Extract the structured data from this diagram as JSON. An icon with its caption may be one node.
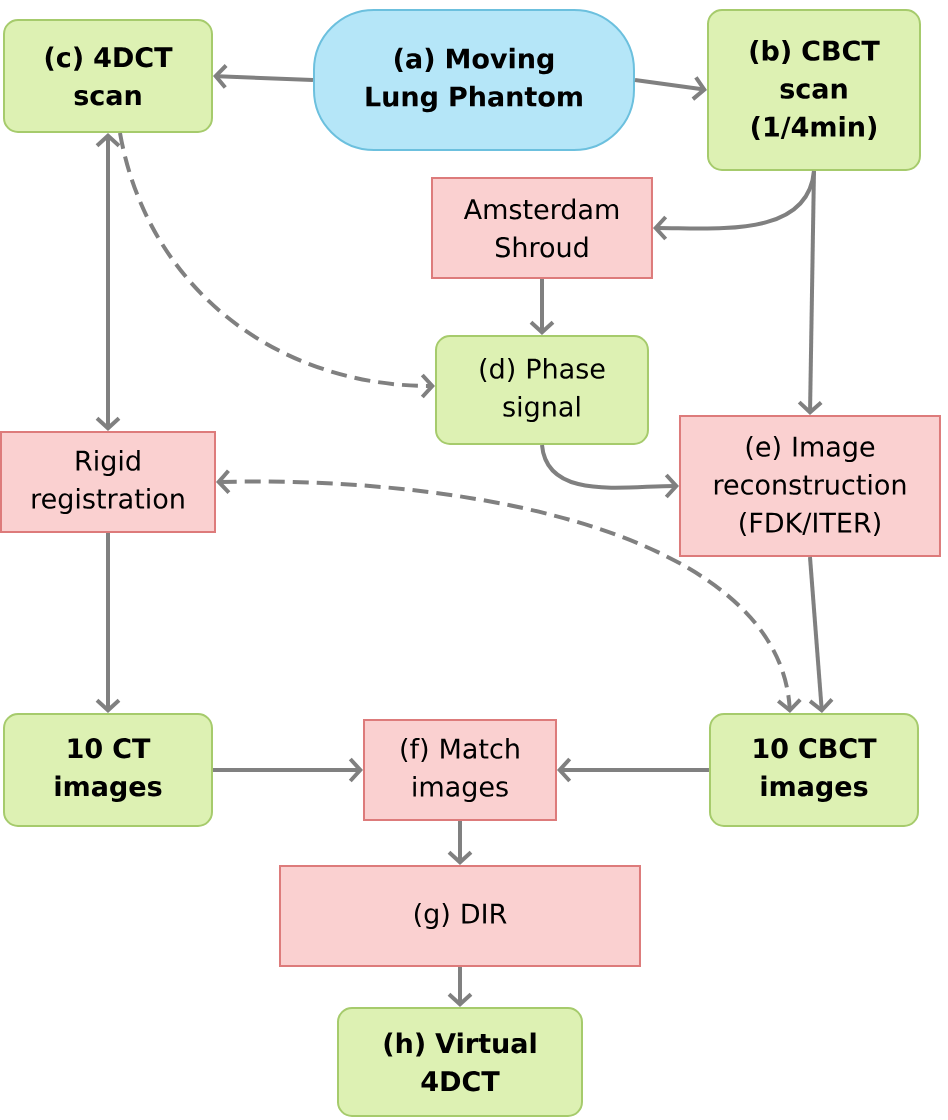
{
  "diagram": {
    "nodes": [
      {
        "text": [
          "(a) Moving Lung Phantom"
        ]
      },
      {
        "text": [
          "(c) 4DCT scan"
        ]
      },
      {
        "text": [
          "(b) CBCT scan (1/4min)"
        ]
      },
      {
        "text": [
          "Amsterdam Shroud"
        ]
      },
      {
        "text": [
          "(d) Phase signal"
        ]
      },
      {
        "text": [
          "Rigid registration"
        ]
      },
      {
        "text": [
          "(e) Image reconstruction (FDK/ITER)"
        ]
      },
      {
        "text": [
          "10 CT images"
        ]
      },
      {
        "text": [
          "(f) Match images"
        ]
      },
      {
        "text": [
          "10 CBCT images"
        ]
      },
      {
        "text": [
          "(g) DIR"
        ]
      },
      {
        "text": [
          "(h) Virtual 4DCT"
        ]
      }
    ],
    "edges": [
      {
        "from": 0,
        "to": 1,
        "arrow": "to"
      },
      {
        "from": 0,
        "to": 2,
        "arrow": "to"
      },
      {
        "from": 2,
        "to": 3,
        "arrow": "to"
      },
      {
        "from": 2,
        "to": 6,
        "arrow": "to"
      },
      {
        "from": 3,
        "to": 4,
        "arrow": "to"
      },
      {
        "from": 4,
        "to": 6,
        "arrow": "to"
      },
      {
        "from": 1,
        "to": 4,
        "arrow": "to",
        "style": "dashed"
      },
      {
        "from": 5,
        "to": 1,
        "arrow": "both"
      },
      {
        "from": 5,
        "to": 9,
        "arrow": "both",
        "style": "dashed"
      },
      {
        "from": 5,
        "to": 7,
        "arrow": "to"
      },
      {
        "from": 6,
        "to": 9,
        "arrow": "to"
      },
      {
        "from": 7,
        "to": 8,
        "arrow": "to"
      },
      {
        "from": 9,
        "to": 8,
        "arrow": "to"
      },
      {
        "from": 8,
        "to": 10,
        "arrow": "to"
      },
      {
        "from": 10,
        "to": 11,
        "arrow": "to"
      }
    ]
  }
}
